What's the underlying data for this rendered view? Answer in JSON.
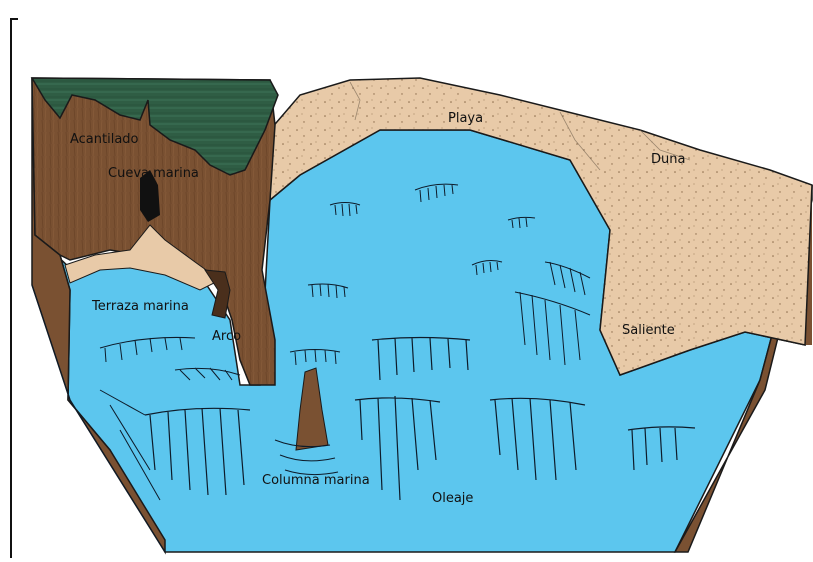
{
  "labels": {
    "acantilado": "Acantilado",
    "cueva_marina": "Cueva marina",
    "playa": "Playa",
    "duna": "Duna",
    "terraza_marina": "Terraza marina",
    "arco": "Arco",
    "saliente": "Saliente",
    "columna_marina": "Columna marina",
    "oleaje": "Oleaje"
  },
  "colors": {
    "sea": "#5cc6ee",
    "sand": "#e8caa8",
    "cliff": "#7a5132",
    "cliff_dark": "#4a2f1c",
    "vegetation": "#2f5d44",
    "outline": "#1a1a1a"
  }
}
